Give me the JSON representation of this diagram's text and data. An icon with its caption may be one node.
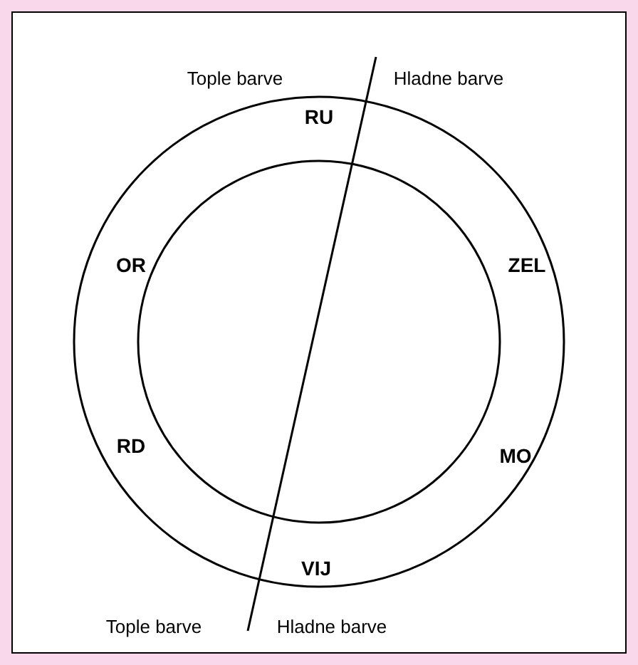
{
  "diagram": {
    "labels": [
      "Tople barve",
      "Hladne barve",
      "RU",
      "OR",
      "ZEL",
      "RD",
      "MO",
      "VIJ",
      "Tople barve",
      "Hladne barve"
    ]
  }
}
